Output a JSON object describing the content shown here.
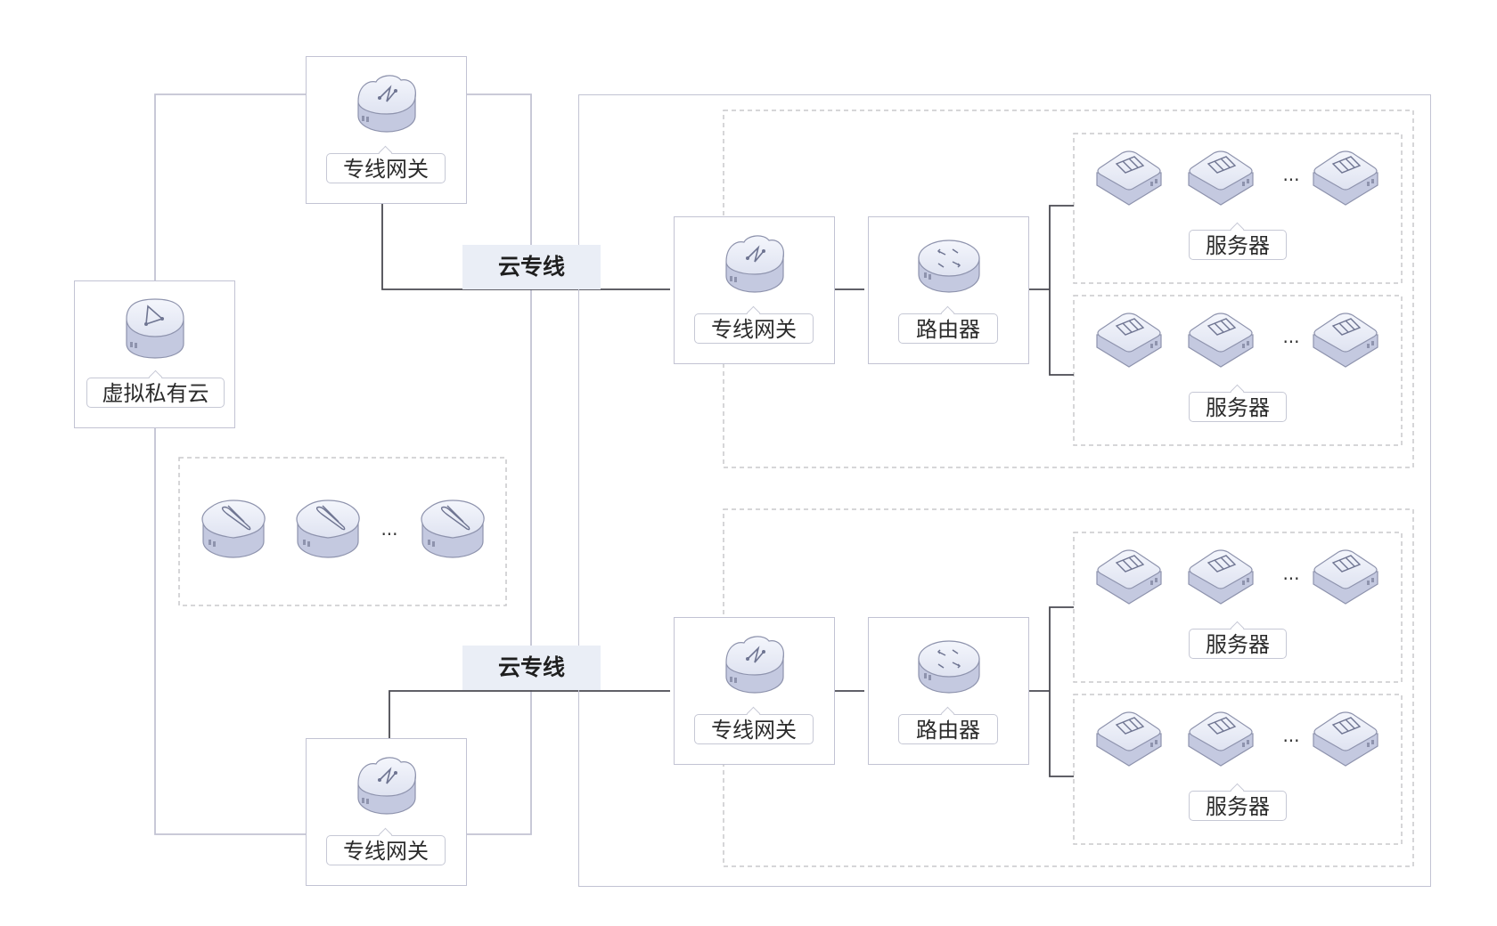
{
  "labels": {
    "gateway": "专线网关",
    "vpc": "虚拟私有云",
    "router": "路由器",
    "server": "服务器",
    "cloud_line": "云专线",
    "ellipsis": "..."
  },
  "colors": {
    "frame": "#c2c3d3",
    "dashed": "#c8c8cc",
    "connector": "#4a4a52",
    "tag_bg": "#eaeef6",
    "device_light": "#f4f6fc",
    "device_dark": "#c4c9e0"
  },
  "icons": [
    "dedicated-gateway-icon",
    "vpc-icon",
    "router-icon",
    "server-icon",
    "storage-icon"
  ]
}
